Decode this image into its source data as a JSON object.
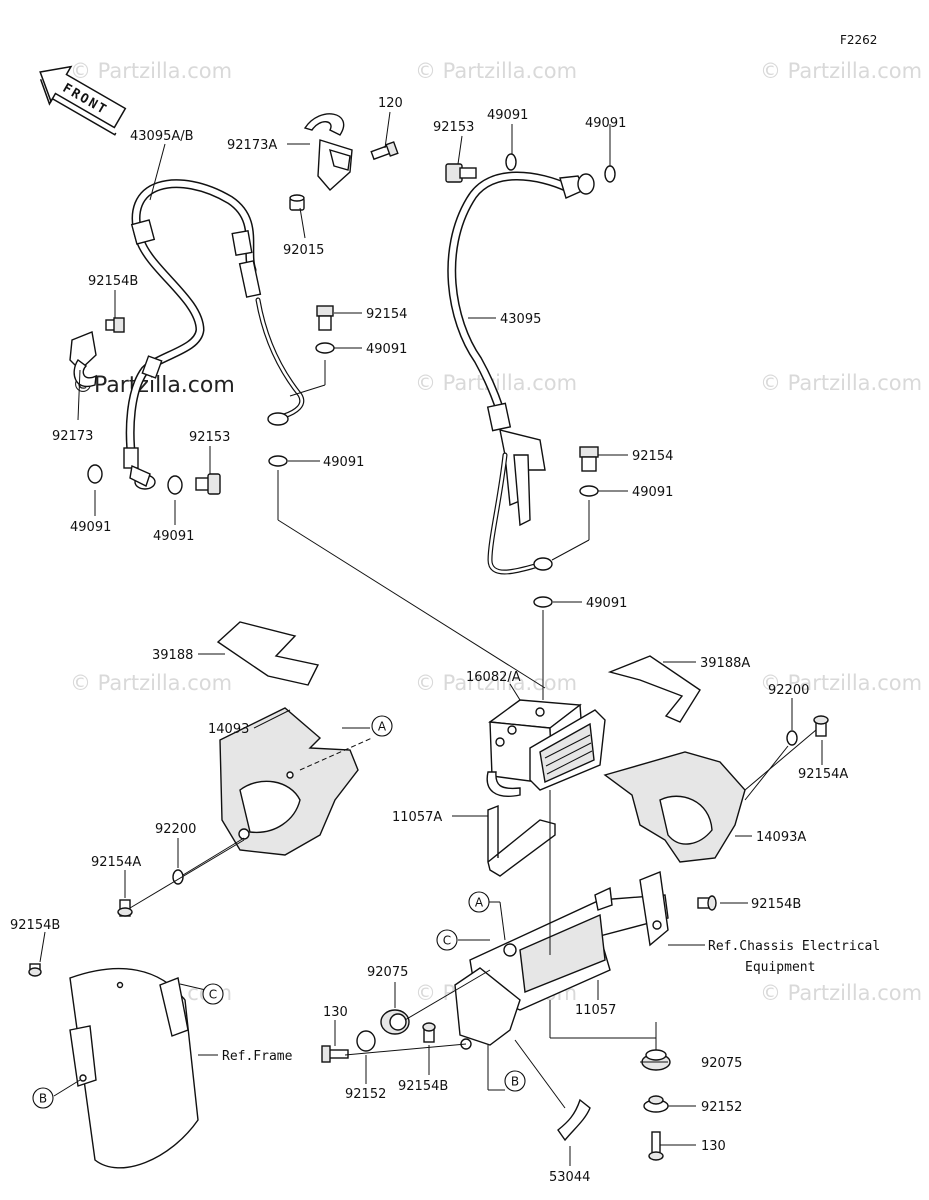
{
  "figure_code": "F2262",
  "front_label": "FRONT",
  "watermark": "© Partzilla.com",
  "watermark_main": "©Partzilla.com",
  "parts": {
    "p43095AB": "43095A/B",
    "p92173A": "92173A",
    "p120": "120",
    "p92015": "92015",
    "p92154_top": "92154",
    "p49091_a": "49091",
    "p49091_b": "49091",
    "p92154B_top": "92154B",
    "p92173": "92173",
    "p92153_left": "92153",
    "p49091_c": "49091",
    "p49091_d": "49091",
    "p92153_right": "92153",
    "p49091_e": "49091",
    "p49091_f": "49091",
    "p43095": "43095",
    "p92154_mid": "92154",
    "p49091_g": "49091",
    "p49091_h": "49091",
    "p39188": "39188",
    "p39188A": "39188A",
    "p16082A": "16082/A",
    "p92200_right": "92200",
    "p92154A_right": "92154A",
    "p14093": "14093",
    "p92200_left": "92200",
    "p92154A_left": "92154A",
    "p11057A": "11057A",
    "p14093A": "14093A",
    "p92154B_right": "92154B",
    "p92154B_left": "92154B",
    "p92075_left": "92075",
    "p11057": "11057",
    "p130_left": "130",
    "p92152_left": "92152",
    "p92154B_bottom": "92154B",
    "p92075_right": "92075",
    "p92152_right": "92152",
    "p130_right": "130",
    "p53044": "53044"
  },
  "refs": {
    "frame": "Ref.Frame",
    "chassis_line1": "Ref.Chassis Electrical",
    "chassis_line2": "Equipment"
  },
  "callouts": {
    "A": "A",
    "B": "B",
    "C": "C"
  }
}
